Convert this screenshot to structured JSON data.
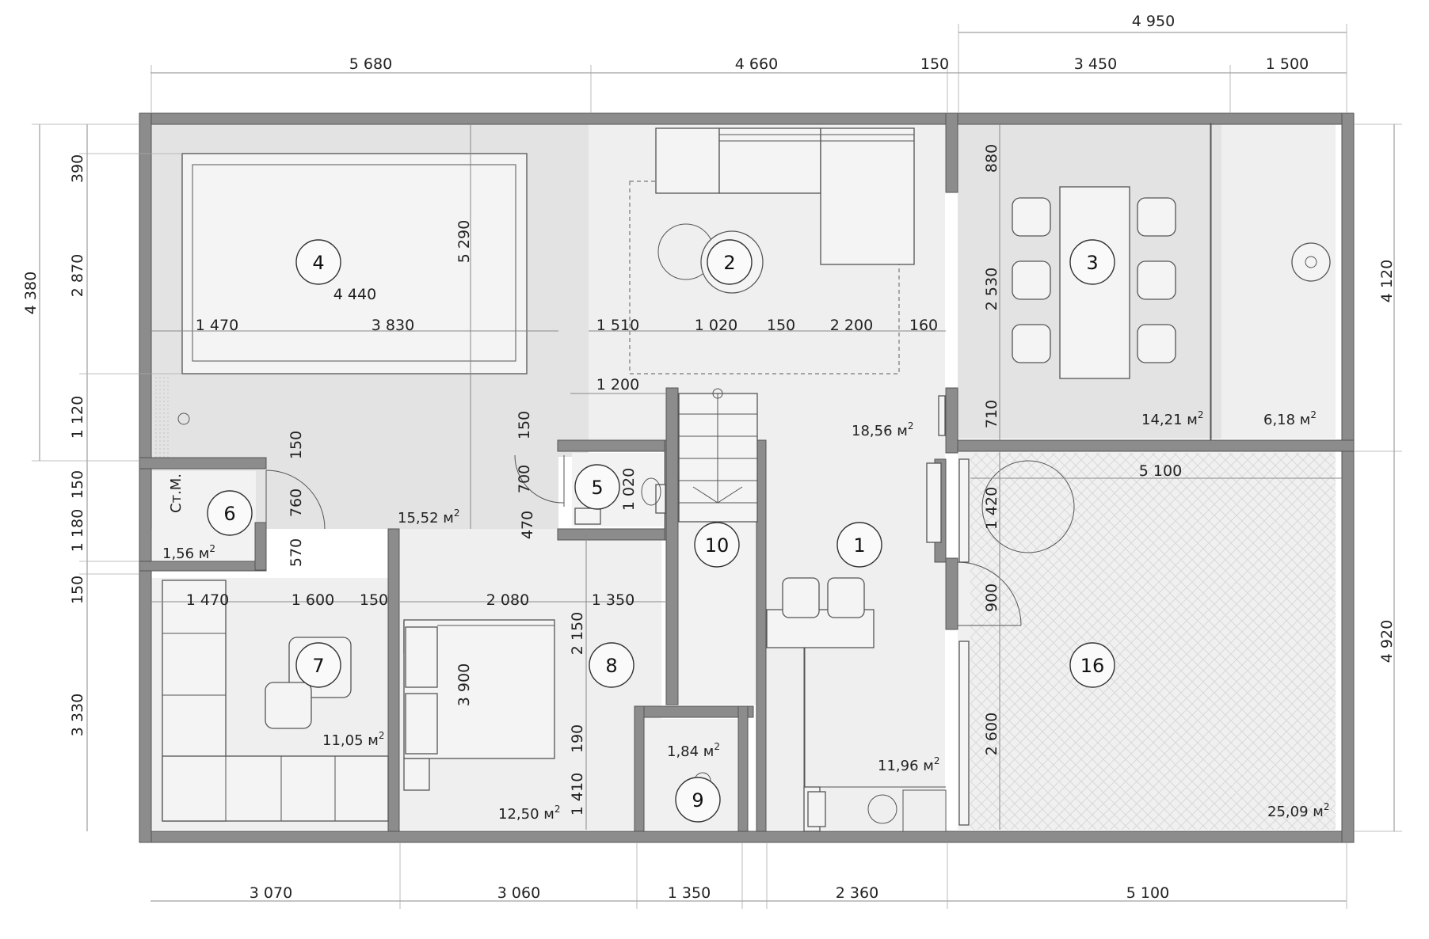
{
  "rooms": [
    {
      "number": "1",
      "area": "11,96 м"
    },
    {
      "number": "2",
      "area": "18,56 м"
    },
    {
      "number": "3",
      "area": "14,21 м"
    },
    {
      "number": "4",
      "area": "15,52 м"
    },
    {
      "number": "5",
      "area": ""
    },
    {
      "number": "6",
      "area": "1,56 м"
    },
    {
      "number": "7",
      "area": "11,05 м"
    },
    {
      "number": "8",
      "area": "12,50 м"
    },
    {
      "number": "9",
      "area": "1,84 м"
    },
    {
      "number": "10",
      "area": ""
    },
    {
      "number": "16",
      "area": "25,09 м"
    },
    {
      "number": "",
      "area": "6,18 м"
    }
  ],
  "area_superscript": "2",
  "dimensions": {
    "top_outer": [
      "5 680",
      "4 660",
      "150",
      "4 950"
    ],
    "top_inner": [
      "3 450",
      "1 500"
    ],
    "bottom": [
      "3 070",
      "3 060",
      "1 350",
      "2 360",
      "5 100"
    ],
    "left_outer": "4 380",
    "left_inner": [
      "390",
      "2 870",
      "1 120",
      "150",
      "1 180",
      "150",
      "3 330"
    ],
    "right": [
      "4 120",
      "4 920"
    ],
    "interior": [
      "5 290",
      "4 440",
      "1 470",
      "3 830",
      "1 510",
      "1 020",
      "150",
      "2 200",
      "160",
      "1 200",
      "150",
      "700",
      "1 020",
      "760",
      "470",
      "570",
      "150",
      "1 470",
      "1 600",
      "150",
      "2 080",
      "1 350",
      "2 150",
      "3 900",
      "190",
      "1 410",
      "880",
      "2 530",
      "710",
      "5 100",
      "1 420",
      "900",
      "2 600"
    ]
  },
  "labels": {
    "cabinet": "Ст.М."
  }
}
